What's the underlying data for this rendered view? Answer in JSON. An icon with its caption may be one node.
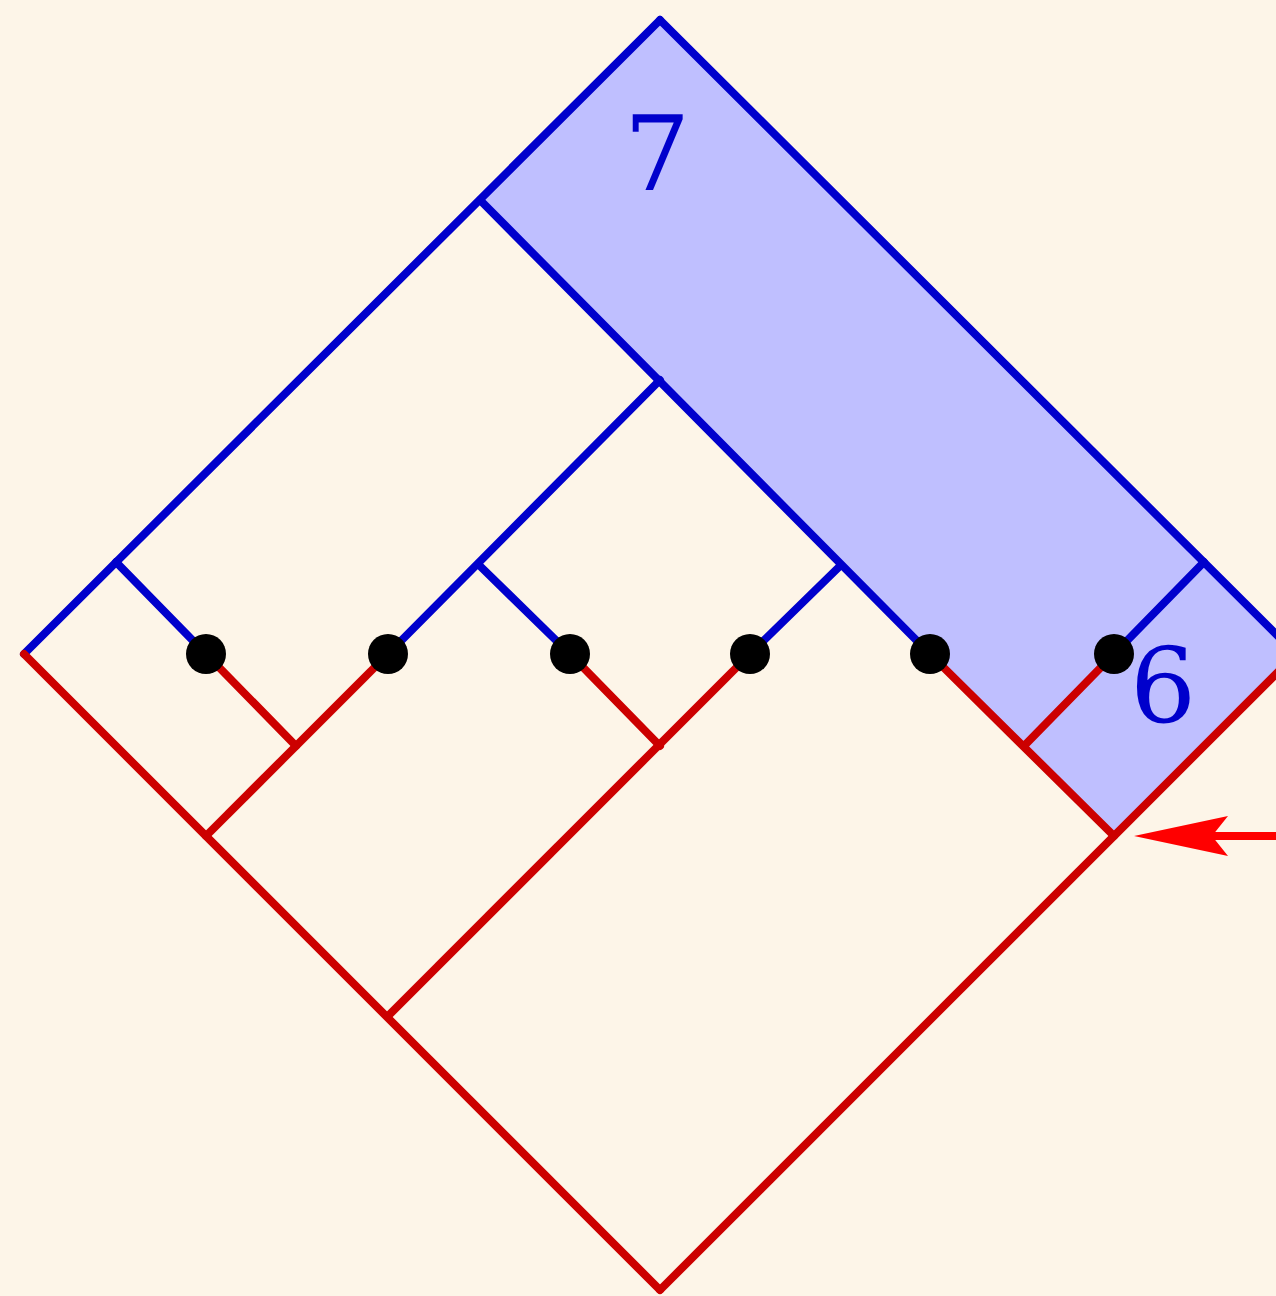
{
  "diagram": {
    "nodes": [
      {
        "text": [
          "7"
        ]
      },
      {
        "text": [
          "6"
        ],
        "in": 0
      },
      {
        "text": [],
        "shape": "circle"
      },
      {
        "text": [],
        "shape": "circle"
      },
      {
        "text": [],
        "shape": "circle"
      },
      {
        "text": [],
        "shape": "circle"
      },
      {
        "text": [],
        "shape": "circle"
      },
      {
        "text": [],
        "shape": "circle",
        "in": 0
      }
    ]
  }
}
